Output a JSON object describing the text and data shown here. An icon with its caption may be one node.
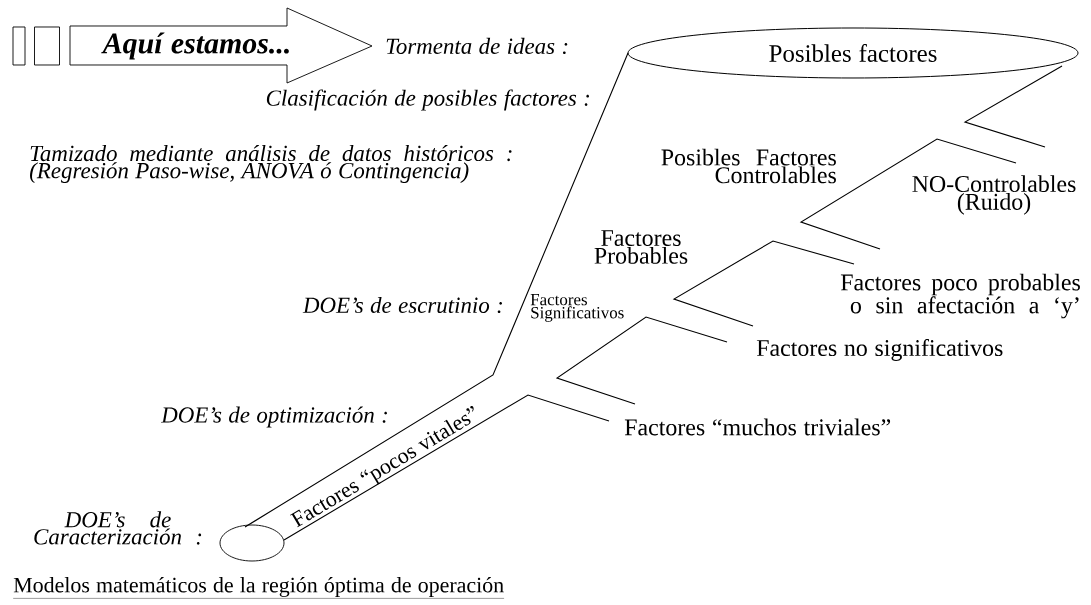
{
  "diagram": {
    "nodes": [
      {
        "text": [],
        "shape": "box"
      },
      {
        "text": [],
        "shape": "box"
      },
      {
        "text": [
          "Aquí estamos..."
        ]
      },
      {
        "text": [
          "Posibles factores"
        ]
      },
      {
        "text": [],
        "shape": "circle"
      }
    ],
    "labels": [
      "Tormenta de ideas :",
      "Clasificación de posibles factores :",
      "Tamizado mediante análisis de datos históricos : (Regresión Paso-wise, ANOVA ó Contingencia)",
      "Posibles Factores Controlables",
      "NO-Controlables (Ruido)",
      "Factores Probables",
      "Factores poco probables o sin afectación a ‘y’",
      "DOE’s de escrutinio :",
      "Factores Significativos",
      "Factores no significativos",
      "DOE’s de optimización :",
      "Factores “pocos vitales”",
      "Factores “muchos triviales”",
      "DOE’s de Caracterización :",
      "Modelos matemáticos de la región óptima de operación"
    ]
  }
}
